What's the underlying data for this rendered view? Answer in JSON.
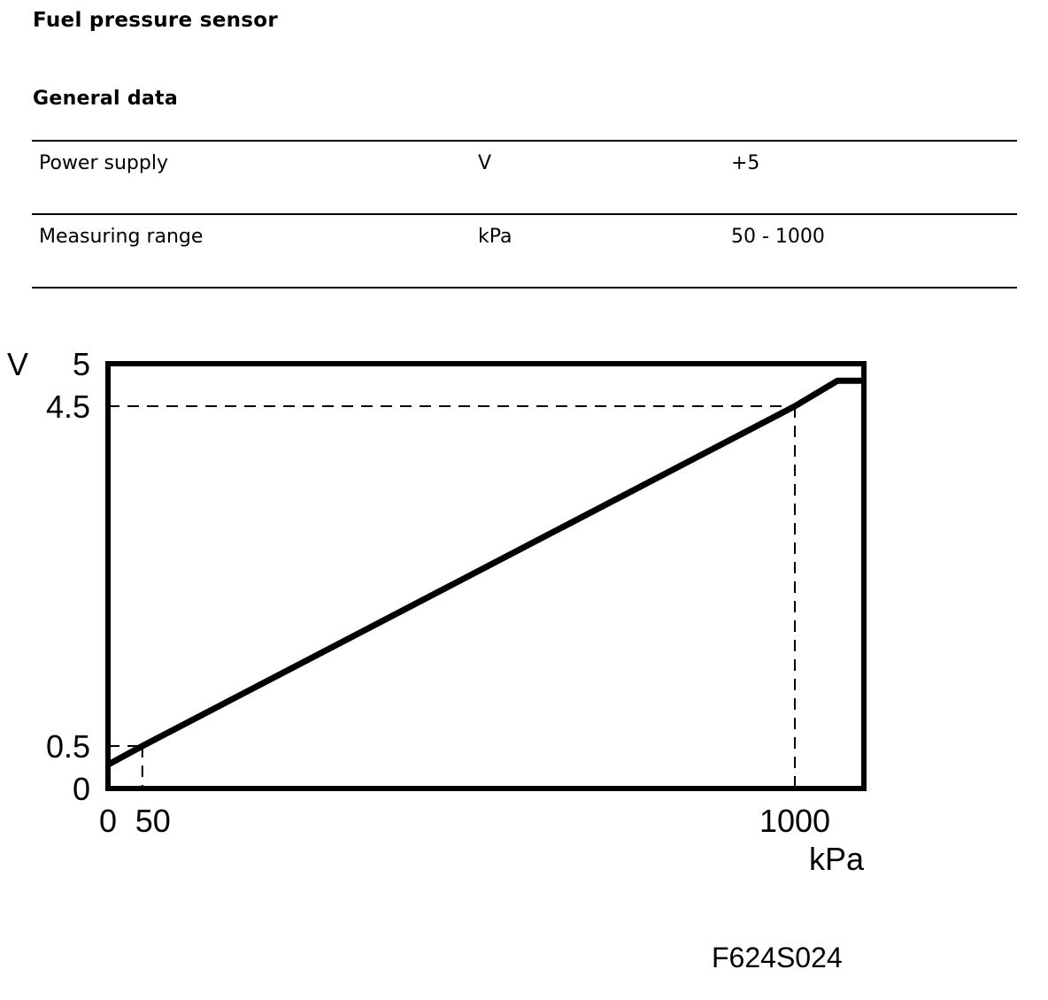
{
  "header": {
    "title": "Fuel pressure sensor",
    "subtitle": "General data"
  },
  "table": {
    "rows": [
      {
        "parameter": "Power supply",
        "unit": "V",
        "value": "+5"
      },
      {
        "parameter": "Measuring range",
        "unit": "kPa",
        "value": "50 - 1000"
      }
    ]
  },
  "chart_data": {
    "type": "line",
    "title": "",
    "xlabel": "kPa",
    "ylabel": "V",
    "xlim": [
      0,
      1100
    ],
    "ylim": [
      0,
      5
    ],
    "x_ticks": [
      {
        "value": 0,
        "label": "0"
      },
      {
        "value": 50,
        "label": "50"
      },
      {
        "value": 1000,
        "label": "1000"
      }
    ],
    "y_ticks": [
      {
        "value": 0,
        "label": "0"
      },
      {
        "value": 0.5,
        "label": "0.5"
      },
      {
        "value": 4.5,
        "label": "4.5"
      },
      {
        "value": 5,
        "label": "5"
      }
    ],
    "series": [
      {
        "x": [
          0,
          50,
          1000,
          1062,
          1100
        ],
        "y": [
          0.28,
          0.5,
          4.5,
          4.8,
          4.8
        ]
      }
    ],
    "reference_lines": [
      {
        "x": 50,
        "y": 0.5
      },
      {
        "x": 1000,
        "y": 4.5
      }
    ],
    "grid": false,
    "legend": "none"
  },
  "figure_code": "F624S024"
}
